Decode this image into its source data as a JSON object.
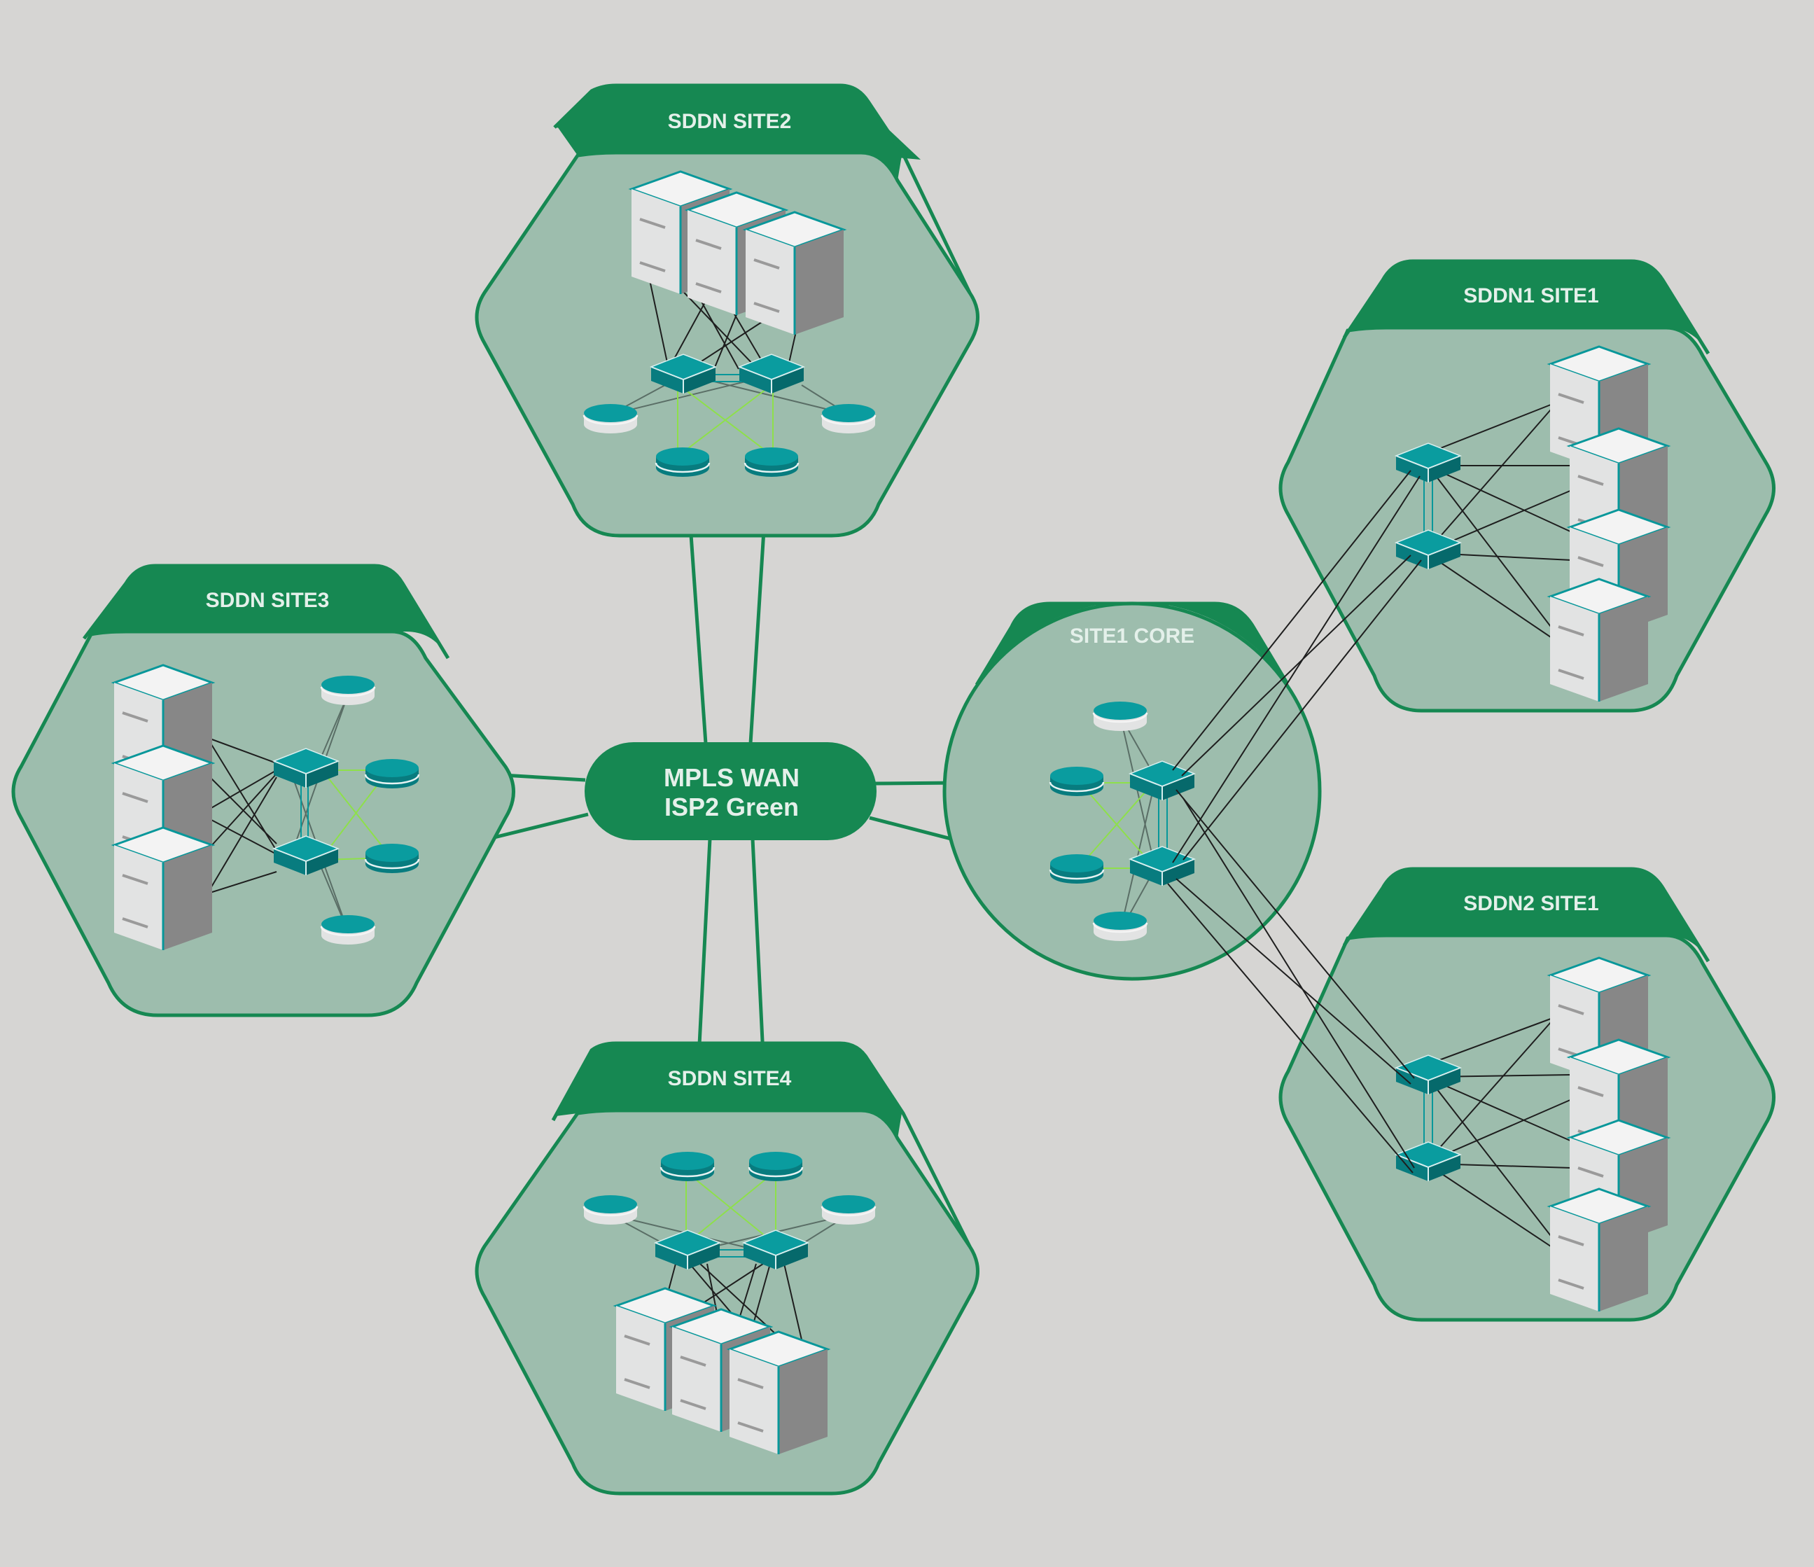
{
  "colors": {
    "background": "#d6d5d3",
    "site_fill": "#9dbdad",
    "site_border": "#168852",
    "header_fill": "#168852",
    "title_text": "#e4f0ea",
    "wan_link": "#168852",
    "device_teal": "#07979a",
    "server_light": "#e7e8e8",
    "server_dark": "#888888",
    "cross_link": "#8ee04a"
  },
  "hub": {
    "line1": "MPLS WAN",
    "line2": "ISP2 Green"
  },
  "sites": {
    "site2": {
      "title": "SDDN SITE2"
    },
    "site3": {
      "title": "SDDN SITE3"
    },
    "site4": {
      "title": "SDDN SITE4"
    },
    "core": {
      "title": "SITE1 CORE"
    },
    "sddn1": {
      "title": "SDDN1 SITE1"
    },
    "sddn2": {
      "title": "SDDN2 SITE1"
    }
  },
  "icons": {
    "server": "server-icon",
    "switch": "switch-icon",
    "router": "router-icon"
  }
}
